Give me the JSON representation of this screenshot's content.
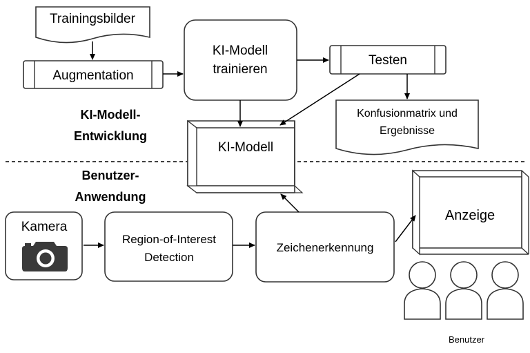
{
  "nodes": {
    "trainingsbilder": "Trainingsbilder",
    "augmentation": "Augmentation",
    "ki_trainieren_1": "KI-Modell",
    "ki_trainieren_2": "trainieren",
    "testen": "Testen",
    "konfusion_1": "Konfusionmatrix und",
    "konfusion_2": "Ergebnisse",
    "ki_modell": "KI-Modell",
    "kamera": "Kamera",
    "roi_1": "Region-of-Interest",
    "roi_2": "Detection",
    "zeichenerkennung": "Zeichenerkennung",
    "anzeige": "Anzeige",
    "benutzer": "Benutzer"
  },
  "sections": {
    "entwicklung_1": "KI-Modell-",
    "entwicklung_2": "Entwicklung",
    "anwendung_1": "Benutzer-",
    "anwendung_2": "Anwendung"
  },
  "colors": {
    "stroke": "#333333",
    "shape_fill": "#ffffff",
    "camera_fill": "#3a3a3a",
    "text": "#000000"
  },
  "icons": [
    "camera-icon",
    "users-icon"
  ]
}
